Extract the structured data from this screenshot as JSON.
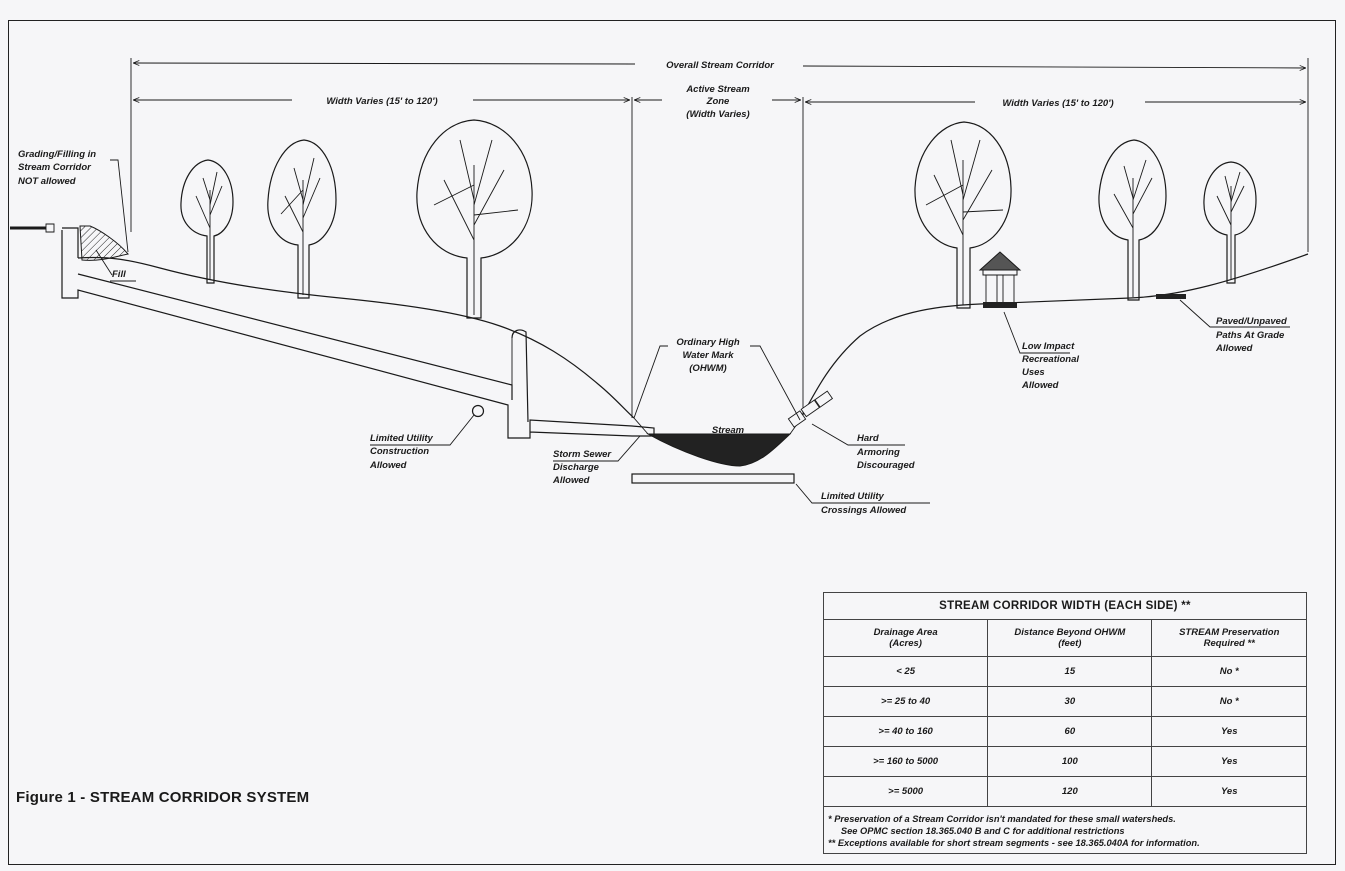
{
  "figure_title": "Figure 1 - STREAM CORRIDOR SYSTEM",
  "dimensions": {
    "overall": "Overall Stream Corridor",
    "left_width": "Width Varies (15' to 120')",
    "active_zone": [
      "Active Stream",
      "Zone",
      "(Width Varies)"
    ],
    "right_width": "Width Varies (15' to 120')"
  },
  "labels": {
    "grading": [
      "Grading/Filling in",
      "Stream Corridor",
      "NOT allowed"
    ],
    "fill": "Fill",
    "ohwm": [
      "Ordinary High",
      "Water Mark",
      "(OHWM)"
    ],
    "stream": "Stream",
    "utility_construction": [
      "Limited Utility",
      "Construction",
      "Allowed"
    ],
    "storm_sewer": [
      "Storm Sewer",
      "Discharge",
      "Allowed"
    ],
    "hard_armoring": [
      "Hard",
      "Armoring",
      "Discouraged"
    ],
    "utility_crossings": [
      "Limited Utility",
      "Crossings Allowed"
    ],
    "low_impact": [
      "Low Impact",
      "Recreational",
      "Uses",
      "Allowed"
    ],
    "paths": [
      "Paved/Unpaved",
      "Paths At Grade",
      "Allowed"
    ]
  },
  "table": {
    "title": "STREAM CORRIDOR WIDTH (EACH SIDE) **",
    "headers": [
      [
        "Drainage Area",
        "(Acres)"
      ],
      [
        "Distance Beyond OHWM",
        "(feet)"
      ],
      [
        "STREAM Preservation",
        "Required **"
      ]
    ],
    "rows": [
      [
        "< 25",
        "15",
        "No *"
      ],
      [
        ">= 25 to 40",
        "30",
        "No *"
      ],
      [
        ">= 40 to 160",
        "60",
        "Yes"
      ],
      [
        ">= 160 to 5000",
        "100",
        "Yes"
      ],
      [
        ">= 5000",
        "120",
        "Yes"
      ]
    ],
    "notes": [
      "*   Preservation of a Stream Corridor isn't mandated for these small watersheds.",
      "     See OPMC section 18.365.040 B and C for additional restrictions",
      "** Exceptions available for short stream segments - see 18.365.040A for information."
    ]
  }
}
